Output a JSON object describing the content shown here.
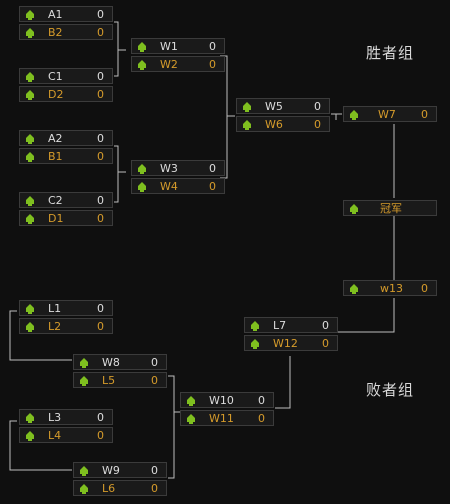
{
  "groups": {
    "winners": "胜者组",
    "losers": "败者组"
  },
  "matches": {
    "m1": {
      "team_a": {
        "name": "A1",
        "score": "0"
      },
      "team_b": {
        "name": "B2",
        "score": "0"
      }
    },
    "m2": {
      "team_a": {
        "name": "C1",
        "score": "0"
      },
      "team_b": {
        "name": "D2",
        "score": "0"
      }
    },
    "m3": {
      "team_a": {
        "name": "A2",
        "score": "0"
      },
      "team_b": {
        "name": "B1",
        "score": "0"
      }
    },
    "m4": {
      "team_a": {
        "name": "C2",
        "score": "0"
      },
      "team_b": {
        "name": "D1",
        "score": "0"
      }
    },
    "m5": {
      "team_a": {
        "name": "W1",
        "score": "0"
      },
      "team_b": {
        "name": "W2",
        "score": "0"
      }
    },
    "m6": {
      "team_a": {
        "name": "W3",
        "score": "0"
      },
      "team_b": {
        "name": "W4",
        "score": "0"
      }
    },
    "m7": {
      "team_a": {
        "name": "W5",
        "score": "0"
      },
      "team_b": {
        "name": "W6",
        "score": "0"
      }
    },
    "w7": {
      "name": "W7",
      "score": "0"
    },
    "champion": {
      "name": "冠军"
    },
    "w13": {
      "name": "w13",
      "score": "0"
    },
    "l1": {
      "team_a": {
        "name": "L1",
        "score": "0"
      },
      "team_b": {
        "name": "L2",
        "score": "0"
      }
    },
    "l2": {
      "team_a": {
        "name": "L3",
        "score": "0"
      },
      "team_b": {
        "name": "L4",
        "score": "0"
      }
    },
    "l3": {
      "team_a": {
        "name": "W8",
        "score": "0"
      },
      "team_b": {
        "name": "L5",
        "score": "0"
      }
    },
    "l4": {
      "team_a": {
        "name": "W9",
        "score": "0"
      },
      "team_b": {
        "name": "L6",
        "score": "0"
      }
    },
    "l5": {
      "team_a": {
        "name": "W10",
        "score": "0"
      },
      "team_b": {
        "name": "W11",
        "score": "0"
      }
    },
    "l6": {
      "team_a": {
        "name": "L7",
        "score": "0"
      },
      "team_b": {
        "name": "W12",
        "score": "0"
      }
    }
  },
  "colors": {
    "background": "#0f0f0f",
    "slot": "#1a1a1a",
    "border": "#3b3b3b",
    "text": "#dddddd",
    "accent": "#d59b2b",
    "icon": "#7fbf1f",
    "line": "#bdbdbd"
  }
}
